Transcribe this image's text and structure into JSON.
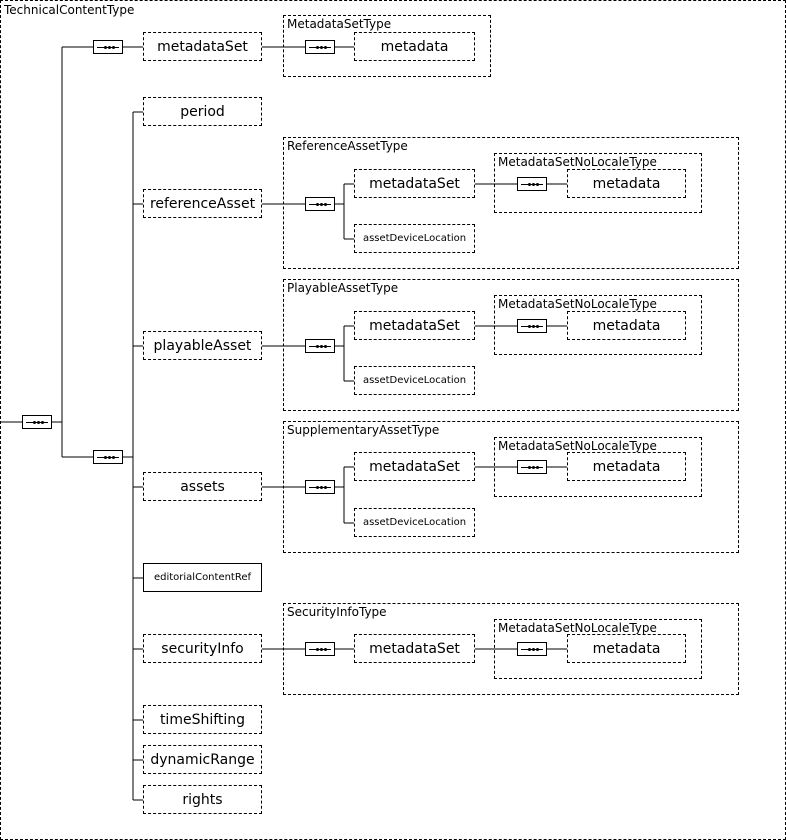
{
  "root_frame": {
    "label": "TechnicalContentType"
  },
  "metadata_set_type": {
    "label": "MetadataSetType",
    "metadata": "metadata"
  },
  "elements": {
    "metadataSet": "metadataSet",
    "period": "period",
    "referenceAsset": "referenceAsset",
    "playableAsset": "playableAsset",
    "assets": "assets",
    "editorialContentRef": "editorialContentRef",
    "securityInfo": "securityInfo",
    "timeShifting": "timeShifting",
    "dynamicRange": "dynamicRange",
    "rights": "rights"
  },
  "reference_asset_type": {
    "label": "ReferenceAssetType",
    "metadataSet": "metadataSet",
    "assetDeviceLocation": "assetDeviceLocation",
    "inner_label": "MetadataSetNoLocaleType",
    "metadata": "metadata"
  },
  "playable_asset_type": {
    "label": "PlayableAssetType",
    "metadataSet": "metadataSet",
    "assetDeviceLocation": "assetDeviceLocation",
    "inner_label": "MetadataSetNoLocaleType",
    "metadata": "metadata"
  },
  "supplementary_asset_type": {
    "label": "SupplementaryAssetType",
    "metadataSet": "metadataSet",
    "assetDeviceLocation": "assetDeviceLocation",
    "inner_label": "MetadataSetNoLocaleType",
    "metadata": "metadata"
  },
  "security_info_type": {
    "label": "SecurityInfoType",
    "metadataSet": "metadataSet",
    "inner_label": "MetadataSetNoLocaleType",
    "metadata": "metadata"
  }
}
